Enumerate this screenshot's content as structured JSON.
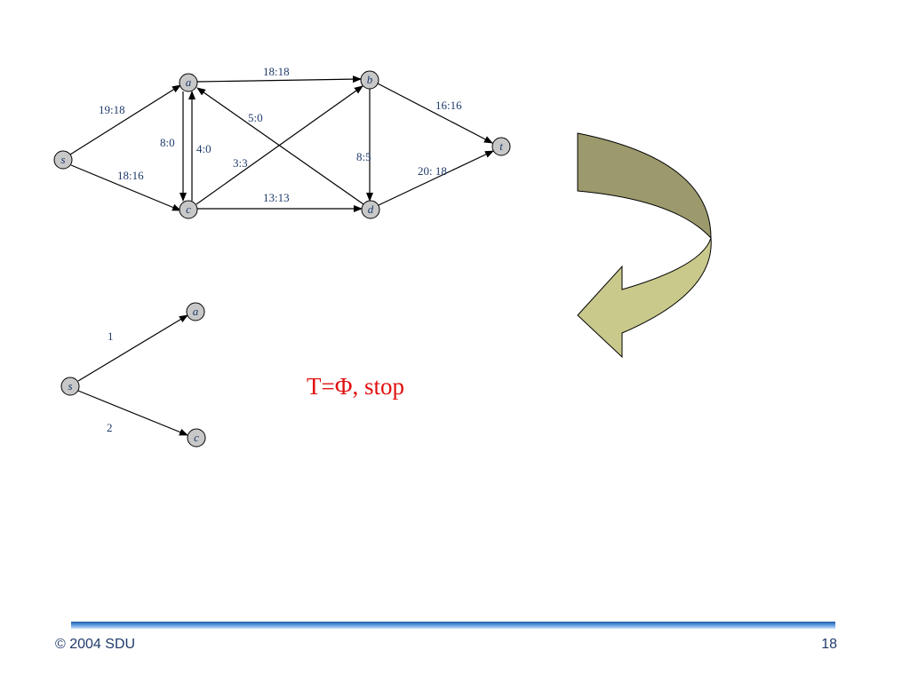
{
  "flow_network": {
    "nodes": [
      "s",
      "a",
      "b",
      "c",
      "d",
      "t"
    ],
    "edges": [
      {
        "from": "s",
        "to": "a",
        "label": "19:18"
      },
      {
        "from": "s",
        "to": "c",
        "label": "18:16"
      },
      {
        "from": "a",
        "to": "b",
        "label": "18:18"
      },
      {
        "from": "a",
        "to": "c",
        "label": "8:0"
      },
      {
        "from": "c",
        "to": "a",
        "label": "4:0"
      },
      {
        "from": "c",
        "to": "b",
        "label": "3:3"
      },
      {
        "from": "d",
        "to": "a",
        "label": "5:0"
      },
      {
        "from": "b",
        "to": "d",
        "label": "8:5"
      },
      {
        "from": "b",
        "to": "t",
        "label": "16:16"
      },
      {
        "from": "c",
        "to": "d",
        "label": "13:13"
      },
      {
        "from": "d",
        "to": "t",
        "label": "20: 18"
      }
    ]
  },
  "result_tree": {
    "nodes": [
      "s",
      "a",
      "c"
    ],
    "edges": [
      {
        "from": "s",
        "to": "a",
        "label": "1"
      },
      {
        "from": "s",
        "to": "c",
        "label": "2"
      }
    ]
  },
  "status_text": "T=Φ, stop",
  "footer": {
    "copyright": "© 2004 SDU",
    "page_number": "18"
  },
  "colors": {
    "node_fill": "#c8c8c8",
    "edge": "#000000",
    "label": "#1f3a6b",
    "status": "#e01010",
    "arrow_dark": "#9c9a6c",
    "arrow_light": "#c9c98c",
    "footer_bar": "#2d6fb5"
  }
}
